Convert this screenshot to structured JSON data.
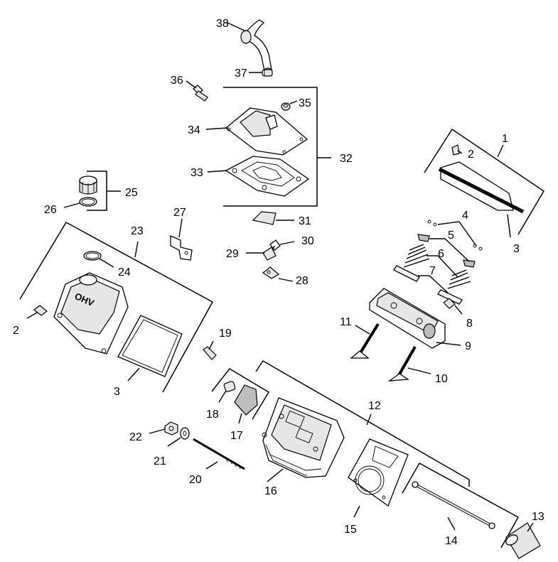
{
  "callouts": [
    {
      "id": "p1",
      "text": "1"
    },
    {
      "id": "p2a",
      "text": "2"
    },
    {
      "id": "p2b",
      "text": "2"
    },
    {
      "id": "p3a",
      "text": "3"
    },
    {
      "id": "p3b",
      "text": "3"
    },
    {
      "id": "p4",
      "text": "4"
    },
    {
      "id": "p5",
      "text": "5"
    },
    {
      "id": "p6",
      "text": "6"
    },
    {
      "id": "p7",
      "text": "7"
    },
    {
      "id": "p8",
      "text": "8"
    },
    {
      "id": "p9",
      "text": "9"
    },
    {
      "id": "p10",
      "text": "10"
    },
    {
      "id": "p11",
      "text": "11"
    },
    {
      "id": "p12",
      "text": "12"
    },
    {
      "id": "p13",
      "text": "13"
    },
    {
      "id": "p14",
      "text": "14"
    },
    {
      "id": "p15",
      "text": "15"
    },
    {
      "id": "p16",
      "text": "16"
    },
    {
      "id": "p17",
      "text": "17"
    },
    {
      "id": "p18",
      "text": "18"
    },
    {
      "id": "p19",
      "text": "19"
    },
    {
      "id": "p20",
      "text": "20"
    },
    {
      "id": "p21",
      "text": "21"
    },
    {
      "id": "p22",
      "text": "22"
    },
    {
      "id": "p23",
      "text": "23"
    },
    {
      "id": "p24",
      "text": "24"
    },
    {
      "id": "p25",
      "text": "25"
    },
    {
      "id": "p26",
      "text": "26"
    },
    {
      "id": "p27",
      "text": "27"
    },
    {
      "id": "p28",
      "text": "28"
    },
    {
      "id": "p29",
      "text": "29"
    },
    {
      "id": "p30",
      "text": "30"
    },
    {
      "id": "p31",
      "text": "31"
    },
    {
      "id": "p32",
      "text": "32"
    },
    {
      "id": "p33",
      "text": "33"
    },
    {
      "id": "p34",
      "text": "34"
    },
    {
      "id": "p35",
      "text": "35"
    },
    {
      "id": "p36",
      "text": "36"
    },
    {
      "id": "p37",
      "text": "37"
    },
    {
      "id": "p38",
      "text": "38"
    }
  ],
  "cover_logo": "OHV"
}
